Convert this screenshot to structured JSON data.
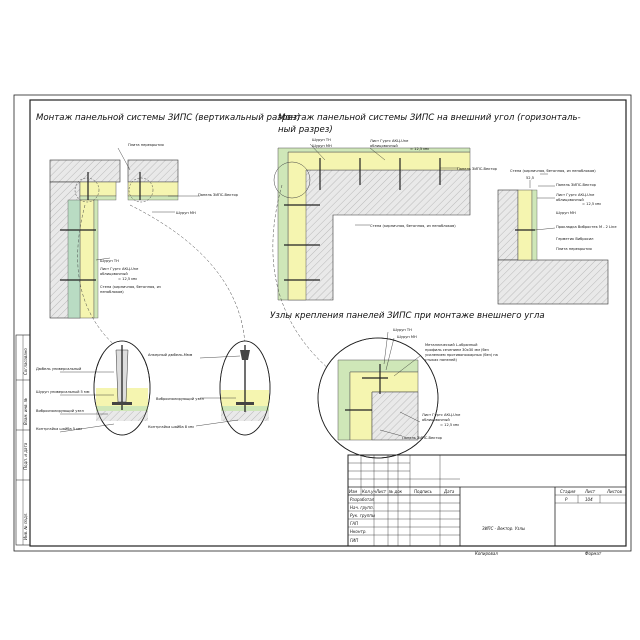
{
  "titles": {
    "vertical": "Монтаж панельной системы ЗИПС (вертикальный разрез)",
    "corner_line1": "Монтаж панельной системы ЗИПС на внешний угол (горизонталь-",
    "corner_line2": "ный разрез)",
    "nodes": "Узлы крепления панелей ЗИПС при монтаже внешнего угла"
  },
  "labels": {
    "plita_perekr": "Плита перекрытия",
    "panel_zips_vektor_1": "Панель ЗИПС-Вектор",
    "shurup_mn_1": "Шуруп МН",
    "shurup_tn_1": "Шуруп ТН",
    "list_gkl_1": "Лист Гуртс АКЦ-Une",
    "list_gkl_1b": "облицовочный",
    "list_gkl_1c": "= 12,5 мм",
    "stena_1": "Стена (кирпичная, бетонная, из",
    "stena_1b": "пеноблоков)",
    "shurup_tn_2": "Шуруп ТН",
    "shurup_mn_2": "Шуруп МН",
    "list_gkl_2": "Лист Гуртс АКЦ-Une",
    "list_gkl_2b": "облицовочный",
    "list_gkl_2c": "= 12,5 мм",
    "panel_zips_vektor_2": "Панель ЗИПС-Вектор",
    "stena_2": "Стена (кирпичная, бетонная, из пеноблоков)",
    "stena_3": "Стена (кирпичная, бетонная, из пеноблоков)",
    "panel_zips_vektor_3": "Панель ЗИПС-Вектор",
    "list_gkl_3": "Лист Гуртс АКЦ-Une",
    "list_gkl_3b": "облицовочный",
    "list_gkl_3c": "= 12,5 мм",
    "shurup_mn_3": "Шуруп МН",
    "prokladka": "Прокладка Вибростек М - 2 Line",
    "germetik": "Герметик Вибросил",
    "plita_perekr_2": "Плита перекрытия",
    "dim_525": "52,5",
    "dyubel": "Дюбель универсальный",
    "shurup_univ": "Шуруп универсальный 5 мм",
    "vibro_uzel": "Виброизолирующий узел",
    "kontr_shaiba_1": "Контргайка шайба 5 мм",
    "ankern": "Анкерный дюбель-Ммм",
    "vibro_uzel_2": "Виброизолирующий узел",
    "kontr_shaiba_2": "Контргайка шайба 8 мм",
    "shurup_tn_4": "Шуруп ТН",
    "shurup_mn_4": "Шуруп МН",
    "metal_ugol_1": "Металлический L-образный",
    "metal_ugol_2": "профиль сечением 30х30 мм (без",
    "metal_ugol_3": "усилением противопожарных (без) на",
    "metal_ugol_4": "стыках панелей)",
    "list_gkl_4": "Лист Гуртс АКЦ-Une",
    "list_gkl_4b": "облицовочный",
    "list_gkl_4c": "= 12,5 мм",
    "panel_zips_vektor_4": "Панель ЗИПС-Вектор"
  },
  "title_block": {
    "header": [
      "Изм",
      "Кол.уч",
      "Лист",
      "№ док",
      "Подпись",
      "Дата"
    ],
    "rows": [
      "Разработал",
      "Нач. групп.",
      "Рук. группы",
      "ГАП",
      "Нконтр.",
      "ГИП"
    ],
    "drawing_name": "ЗИПС - Вектор. Узлы",
    "stage_hdr": "Стадия",
    "sheet_hdr": "Лист",
    "sheets_hdr": "Листов",
    "stage_val": "Р",
    "sheet_val": "104",
    "copied": "Копировал",
    "format": "Формат"
  },
  "side_stamp": [
    "Инв. № подл.",
    "Подп. и дата",
    "Взам. инв. №",
    "Согласовано"
  ]
}
